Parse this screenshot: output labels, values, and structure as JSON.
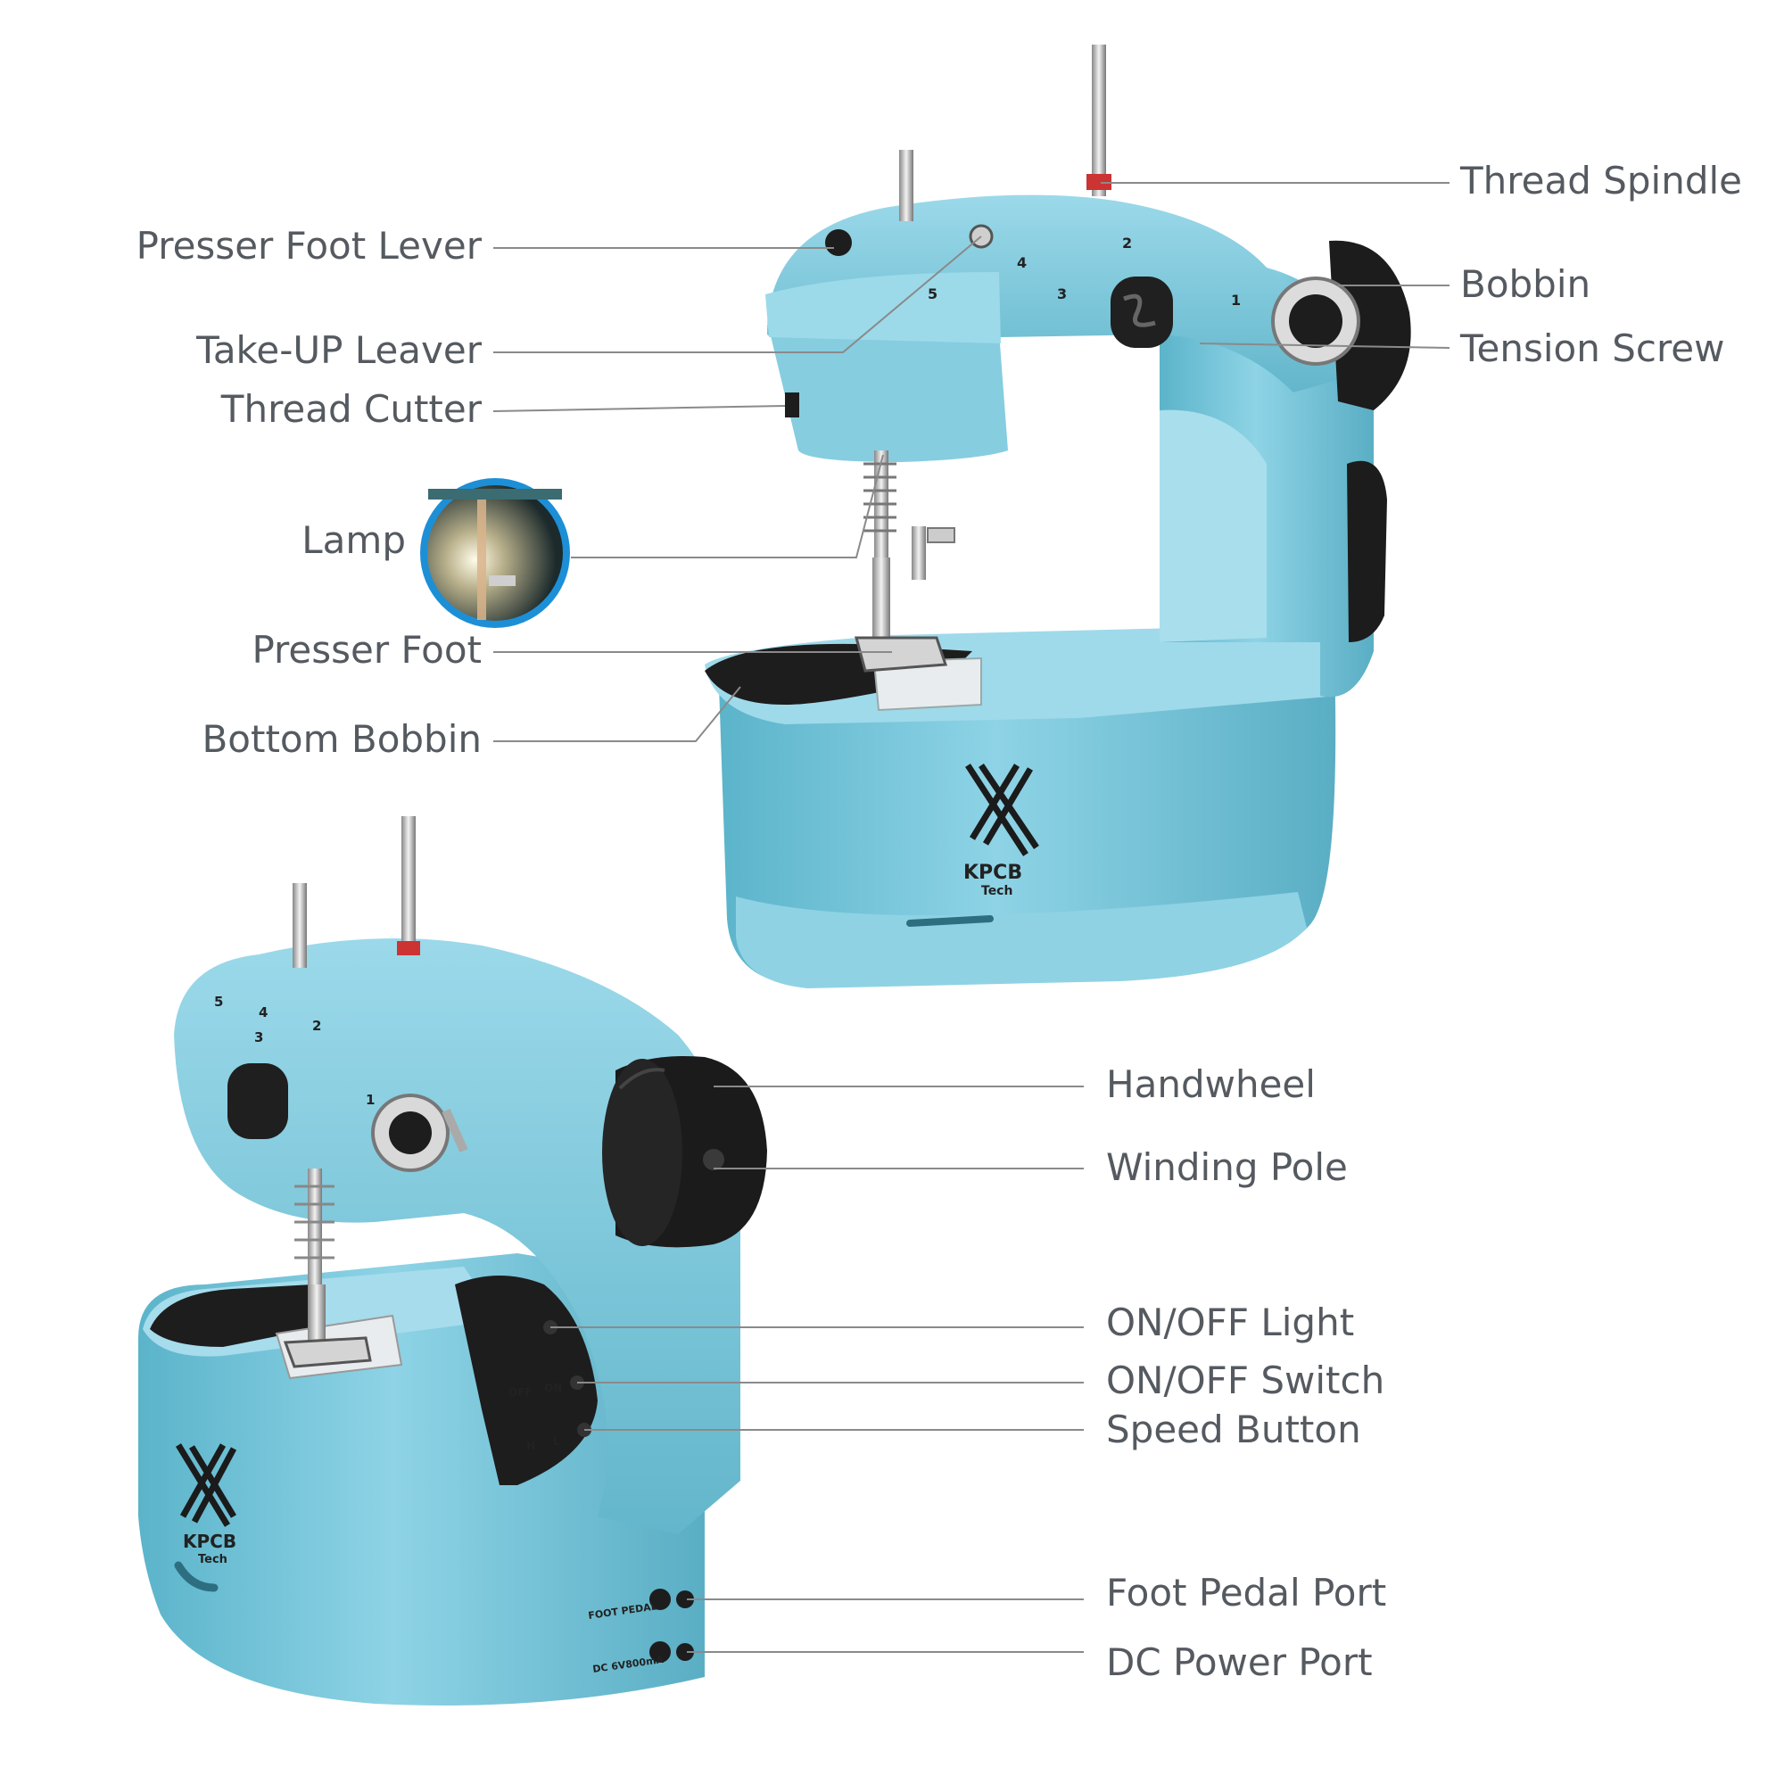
{
  "brand": {
    "name": "KPCB",
    "sub": "Tech"
  },
  "labels": {
    "thread_spindle": "Thread Spindle",
    "presser_foot_lever": "Presser Foot Lever",
    "bobbin": "Bobbin",
    "take_up_leaver": "Take-UP Leaver",
    "tension_screw": "Tension Screw",
    "thread_cutter": "Thread Cutter",
    "lamp": "Lamp",
    "presser_foot": "Presser Foot",
    "bottom_bobbin": "Bottom Bobbin",
    "handwheel": "Handwheel",
    "winding_pole": "Winding Pole",
    "on_off_light": "ON/OFF Light",
    "on_off_switch": "ON/OFF Switch",
    "speed_button": "Speed Button",
    "foot_pedal_port": "Foot Pedal Port",
    "dc_power_port": "DC Power Port"
  },
  "markings": {
    "foot_pedal": "FOOT PEDAL",
    "dc_rating": "DC 6V800mA",
    "off": "OFF",
    "on": "ON",
    "h": "H",
    "l": "L",
    "steps": [
      "1",
      "2",
      "3",
      "4",
      "5"
    ]
  },
  "colors": {
    "body": "#74c4d8",
    "body_dark": "#4fa9bf",
    "body_light": "#a8dded",
    "black": "#1b1b1b",
    "text": "#555a60",
    "line": "#8a8a8a"
  }
}
